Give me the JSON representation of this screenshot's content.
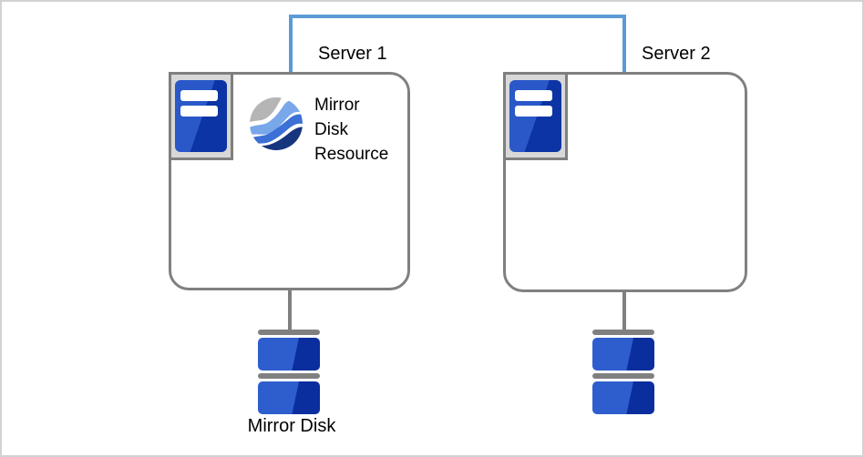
{
  "diagram": {
    "server1": {
      "label": "Server 1",
      "resource_label": "Mirror Disk Resource"
    },
    "server2": {
      "label": "Server 2"
    },
    "mirror_disk_label": "Mirror Disk"
  },
  "icons": {
    "server": "server-icon",
    "mirror_disk_resource": "mirror-disk-resource-globe-icon",
    "disk_stack": "disk-stack-icon"
  },
  "colors": {
    "interconnect_line": "#5b9bd5",
    "box_border": "#808080",
    "connector_gray": "#808080",
    "canvas_border": "#d2d2d2",
    "server_icon_frame": "#7f7f7f",
    "server_icon_blue_light": "#2a58c8",
    "server_icon_blue_dark": "#0c34a4",
    "disk_blue_light": "#2e5ecd",
    "disk_blue_dark": "#0a2e9d",
    "globe_gray": "#b5b5b5",
    "globe_blue_light": "#78a7ea",
    "globe_blue_mid": "#3c70d6",
    "globe_navy": "#17357e",
    "text": "#000000"
  }
}
